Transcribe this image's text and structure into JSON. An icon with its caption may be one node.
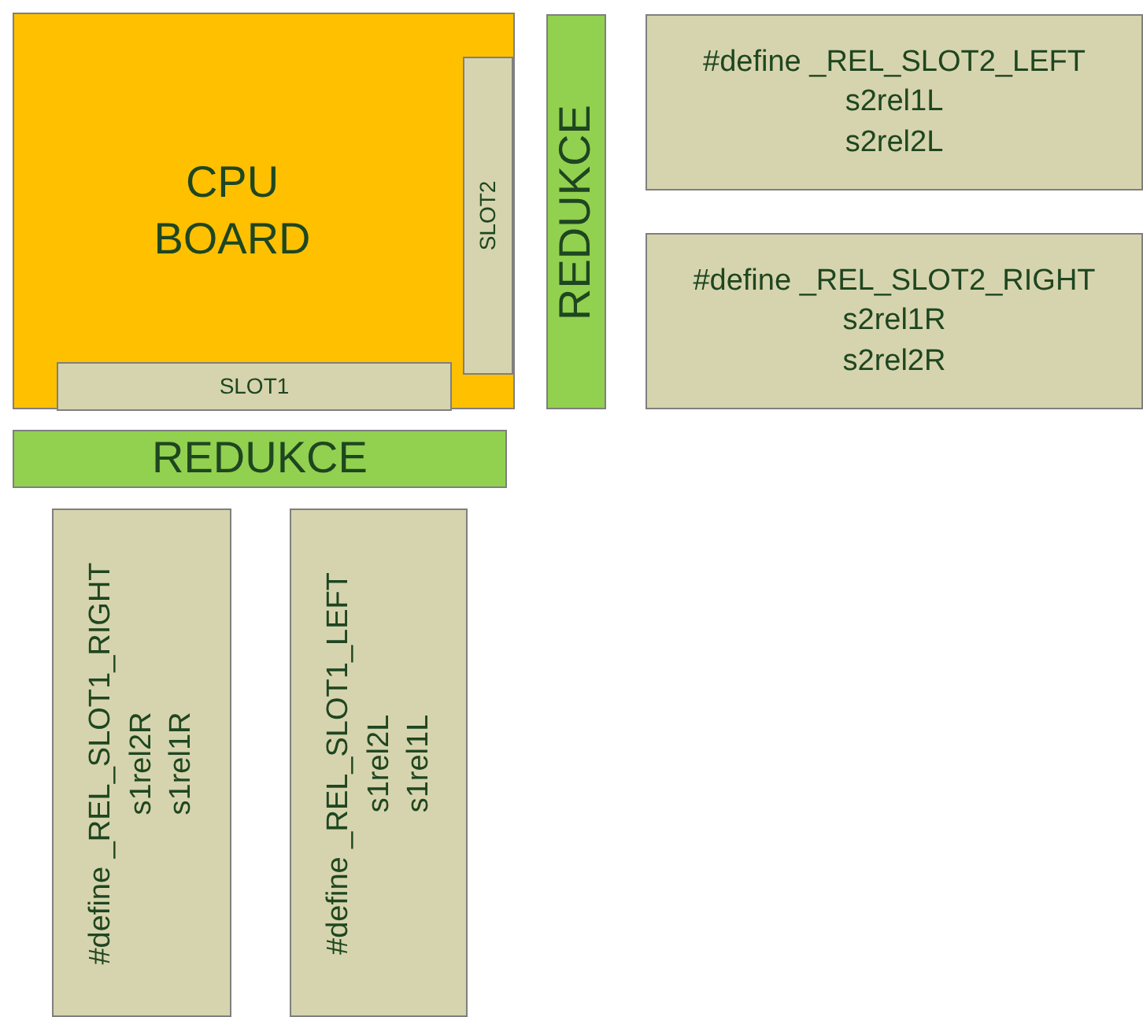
{
  "diagram": {
    "nodes": [
      {
        "text": [
          "CPU BOARD"
        ]
      },
      {
        "text": [
          "SLOT2"
        ],
        "in": 0
      },
      {
        "text": [
          "SLOT1"
        ],
        "in": 0
      },
      {
        "text": [
          "REDUKCE"
        ]
      },
      {
        "text": [
          "#define _REL_SLOT2_LEFT",
          "s2rel1L",
          "s2rel2L"
        ]
      },
      {
        "text": [
          "#define _REL_SLOT2_RIGHT",
          "s2rel1R",
          "s2rel2R"
        ]
      },
      {
        "text": [
          "REDUKCE"
        ]
      },
      {
        "text": [
          "#define _REL_SLOT1_RIGHT",
          "s1rel2R",
          "s1rel1R"
        ]
      },
      {
        "text": [
          "#define _REL_SLOT1_LEFT",
          "s1rel2L",
          "s1rel1L"
        ]
      }
    ]
  }
}
